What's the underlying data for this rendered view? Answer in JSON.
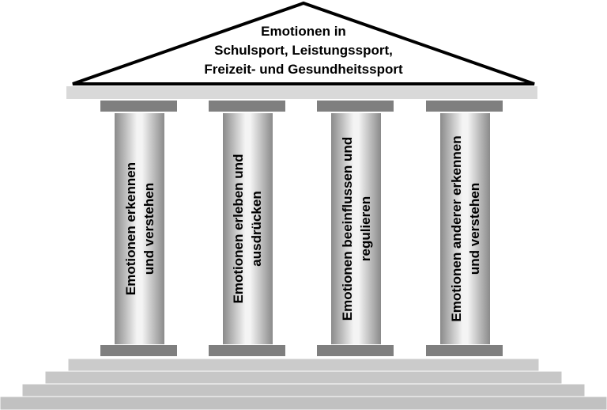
{
  "roof": {
    "line1": "Emotionen in",
    "line2": "Schulsport, Leistungssport,",
    "line3": "Freizeit- und Gesundheitssport"
  },
  "pillars": [
    {
      "line1": "Emotionen erkennen",
      "line2": "und verstehen"
    },
    {
      "line1": "Emotionen erleben und",
      "line2": "ausdrücken"
    },
    {
      "line1": "Emotionen beeinflussen und",
      "line2": "regulieren"
    },
    {
      "line1": "Emotionen anderer erkennen",
      "line2": "und verstehen"
    }
  ],
  "colors": {
    "roof_fill": "#ffffff",
    "roof_stroke": "#000000",
    "beam": "#d9d9d9",
    "capital": "#7f7f7f",
    "column_edge": "#8c8c8c",
    "column_center": "#f5f5f5",
    "steps": "#c9c9c9"
  }
}
